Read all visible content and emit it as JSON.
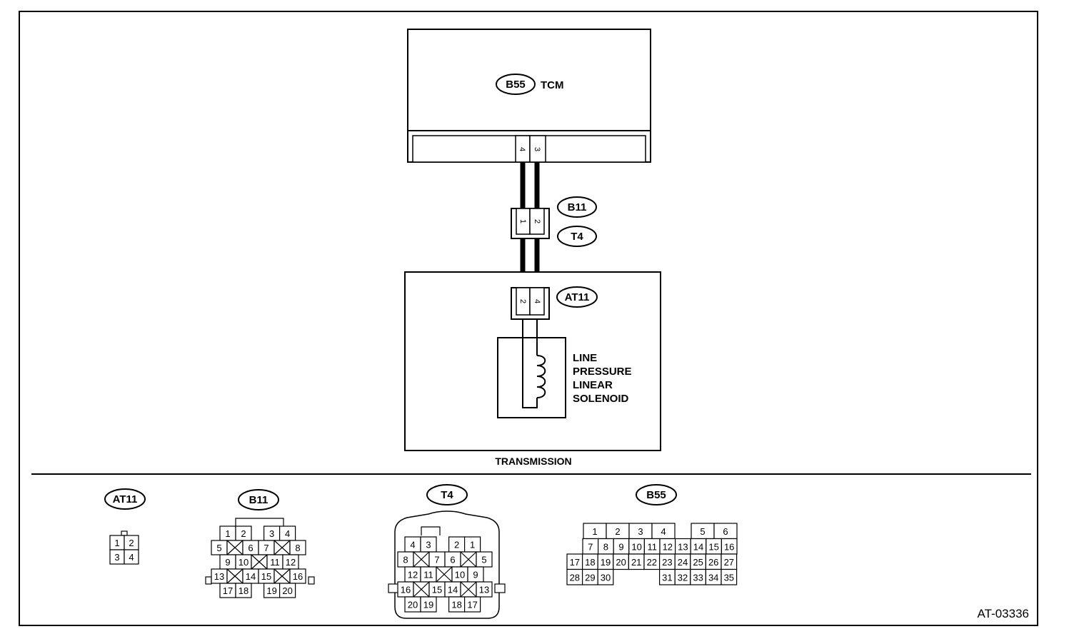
{
  "diagram_id": "AT-03336",
  "tcm": {
    "connector": "B55",
    "label": "TCM",
    "pins": [
      "4",
      "3"
    ]
  },
  "intermediate": {
    "connectors": [
      "B11",
      "T4"
    ],
    "pins": [
      "1",
      "2"
    ]
  },
  "transmission": {
    "label": "TRANSMISSION",
    "connector": "AT11",
    "pins": [
      "2",
      "4"
    ],
    "solenoid_lines": [
      "LINE",
      "PRESSURE",
      "LINEAR",
      "SOLENOID"
    ]
  },
  "connector_views": {
    "at11": {
      "name": "AT11",
      "rows": [
        [
          "1",
          "2"
        ],
        [
          "3",
          "4"
        ]
      ]
    },
    "b11": {
      "name": "B11",
      "rows": [
        [
          "1",
          "2",
          "",
          "3",
          "4"
        ],
        [
          "5",
          "X",
          "6",
          "7",
          "X",
          "8"
        ],
        [
          "9",
          "10",
          "X",
          "11",
          "12"
        ],
        [
          "13",
          "X",
          "14",
          "15",
          "X",
          "16"
        ],
        [
          "17",
          "18",
          "",
          "19",
          "20"
        ]
      ]
    },
    "t4": {
      "name": "T4",
      "rows": [
        [
          "4",
          "3",
          "",
          "2",
          "1"
        ],
        [
          "8",
          "X",
          "7",
          "6",
          "X",
          "5"
        ],
        [
          "12",
          "11",
          "X",
          "10",
          "9"
        ],
        [
          "16",
          "X",
          "15",
          "14",
          "X",
          "13"
        ],
        [
          "20",
          "19",
          "",
          "18",
          "17"
        ]
      ]
    },
    "b55": {
      "name": "B55",
      "rows": [
        [
          "1",
          "2",
          "3",
          "4",
          "5",
          "6"
        ],
        [
          "7",
          "8",
          "9",
          "10",
          "11",
          "12",
          "13",
          "14",
          "15",
          "16"
        ],
        [
          "17",
          "18",
          "19",
          "20",
          "21",
          "22",
          "23",
          "24",
          "25",
          "26",
          "27"
        ],
        [
          "28",
          "29",
          "30",
          "31",
          "32",
          "33",
          "34",
          "35"
        ]
      ]
    }
  }
}
